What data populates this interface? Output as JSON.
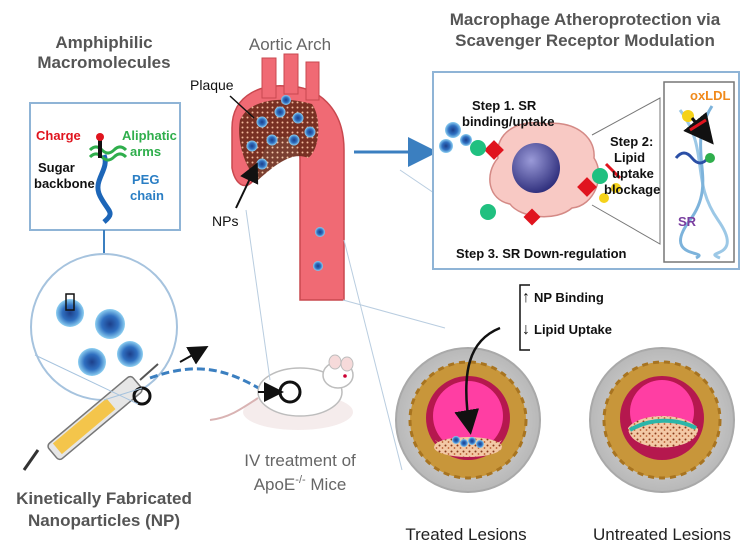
{
  "titles": {
    "left_line1": "Amphiphilic",
    "left_line2": "Macromolecules",
    "center": "Aortic Arch",
    "right_line1": "Macrophage Atheroprotection via",
    "right_line2": "Scavenger Receptor Modulation",
    "bottom_left_line1": "Kinetically Fabricated",
    "bottom_left_line2": "Nanoparticles (NP)"
  },
  "molecule": {
    "charge": "Charge",
    "aliphatic_line1": "Aliphatic",
    "aliphatic_line2": "arms",
    "sugar_line1": "Sugar",
    "sugar_line2": "backbone",
    "peg_line1": "PEG",
    "peg_line2": "chain"
  },
  "aorta": {
    "plaque": "Plaque",
    "nps": "NPs"
  },
  "macrophage": {
    "step1_line1": "Step 1. SR",
    "step1_line2": "binding/uptake",
    "step2_line1": "Step 2:",
    "step2_line2": "Lipid",
    "step2_line3": "uptake",
    "step2_line4": "blockage",
    "step3": "Step 3. SR Down-regulation",
    "oxldl": "oxLDL",
    "sr": "SR"
  },
  "effects": {
    "np_binding": "NP Binding",
    "lipid_uptake": "Lipid  Uptake",
    "up_arrow": "↑",
    "down_arrow": "↓"
  },
  "mice": {
    "line1": "IV treatment of",
    "line2_prefix": "ApoE",
    "line2_sup": "-/-",
    "line2_suffix": " Mice"
  },
  "lesions": {
    "treated": "Treated Lesions",
    "untreated": "Untreated Lesions"
  },
  "colors": {
    "accent_blue": "#3b7fc0",
    "aorta_pink": "#f06a74",
    "charge_red": "#e0141e",
    "aliphatic_green": "#2fae4c",
    "peg_blue": "#2a7ec4",
    "sr_purple": "#7a3fa0",
    "oxldl_orange": "#f08a1c"
  }
}
